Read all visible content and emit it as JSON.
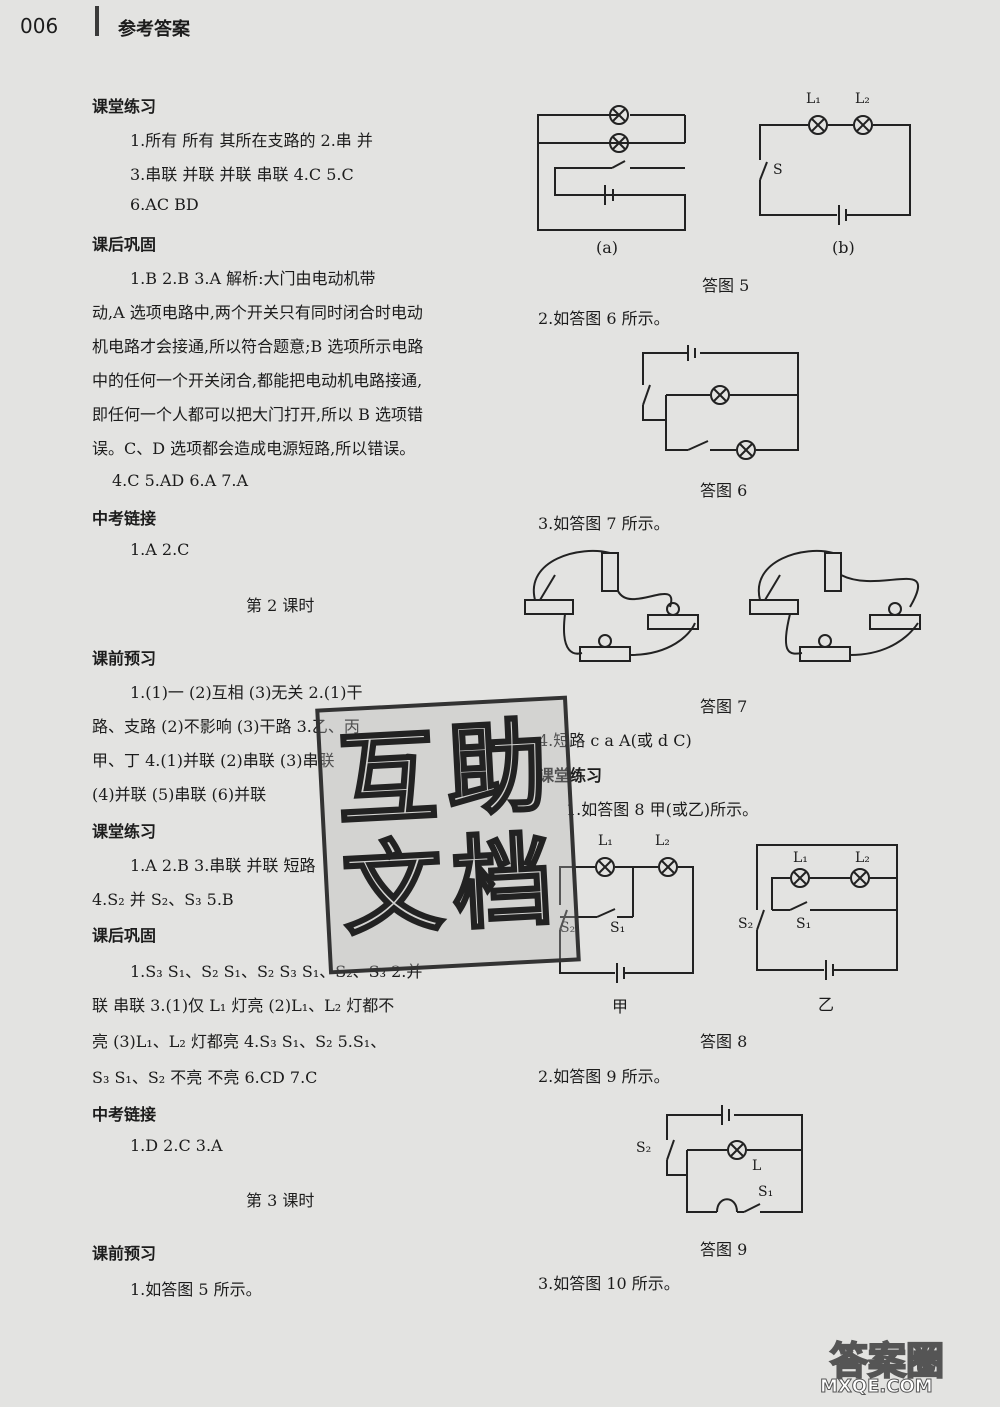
{
  "header": {
    "page_number": "006",
    "title": "参考答案"
  },
  "left": {
    "sec1": "课堂练习",
    "l1": "1.所有   所有   其所在支路的      2.串   并",
    "l2": "3.串联   并联   并联   串联         4.C        5.C",
    "l3": "6.AC   BD",
    "sec2": "课后巩固",
    "l4": "1.B      2.B      3.A   解析:大门由电动机带",
    "l5": "动,A 选项电路中,两个开关只有同时闭合时电动",
    "l6": "机电路才会接通,所以符合题意;B 选项所示电路",
    "l7": "中的任何一个开关闭合,都能把电动机电路接通,",
    "l8": "即任何一个人都可以把大门打开,所以 B 选项错",
    "l9": "误。C、D 选项都会造成电源短路,所以错误。",
    "l10": "4.C       5.AD       6.A       7.A",
    "sec3": "中考链接",
    "l11": "1.A      2.C",
    "lesson2": "第 2 课时",
    "sec4": "课前预习",
    "l12": "1.(1)一  (2)互相  (3)无关      2.(1)干",
    "l13": "路、支路  (2)不影响   (3)干路     3.乙、丙",
    "l14": "甲、丁     4.(1)并联    (2)串联    (3)串联",
    "l15": "(4)并联   (5)串联   (6)并联",
    "sec5": "课堂练习",
    "l16": "1.A        2.B        3.串联   并联   短路",
    "l17": "4.S₂   并    S₂、S₃        5.B",
    "sec6": "课后巩固",
    "l18": "1.S₃     S₁、S₂     S₁、S₂     S₃     S₁、S₂、S₃     2.并",
    "l19": "联    串联     3.(1)仅 L₁ 灯亮   (2)L₁、L₂ 灯都不",
    "l20": "亮   (3)L₁、L₂ 灯都亮      4.S₃     S₁、S₂        5.S₁、",
    "l21": "S₃     S₁、S₂    不亮    不亮      6.CD        7.C",
    "sec7": "中考链接",
    "l22": "1.D      2.C      3.A",
    "lesson3": "第 3 课时",
    "sec8": "课前预习",
    "l23": "1.如答图 5 所示。"
  },
  "right": {
    "fig5a": "(a)",
    "fig5b": "(b)",
    "fig5_L1": "L₁",
    "fig5_L2": "L₂",
    "fig5_S": "S",
    "cap5": "答图 5",
    "r1": "2.如答图 6 所示。",
    "cap6": "答图 6",
    "r2": "3.如答图 7 所示。",
    "cap7": "答图 7",
    "r3": "4.短路   c   a   A(或 d   C)",
    "r_sec": "课堂练习",
    "r4": "1.如答图 8 甲(或乙)所示。",
    "fig8_L1": "L₁",
    "fig8_L2": "L₂",
    "fig8_S1": "S₁",
    "fig8_S2": "S₂",
    "fig8_jia": "甲",
    "fig8_yi": "乙",
    "cap8": "答图 8",
    "r5": "2.如答图 9 所示。",
    "fig9_S1": "S₁",
    "fig9_S2": "S₂",
    "fig9_L": "L",
    "cap9": "答图 9",
    "r6": "3.如答图 10 所示。"
  },
  "stamp": {
    "c1": "互",
    "c2": "助",
    "c3": "文",
    "c4": "档"
  },
  "watermark": {
    "w1": "答案圈",
    "w2": "MXQE.COM"
  }
}
